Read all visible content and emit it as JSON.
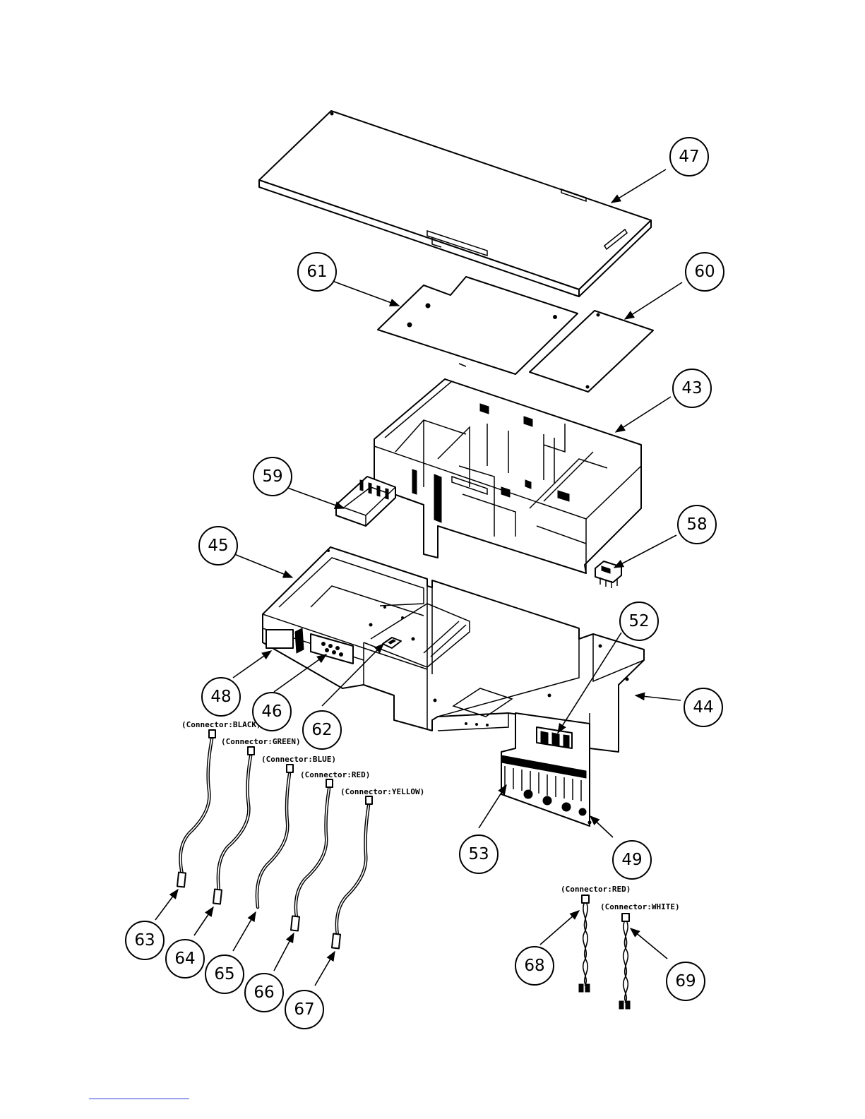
{
  "parts": {
    "p47": "47",
    "p61": "61",
    "p60": "60",
    "p43": "43",
    "p59": "59",
    "p58": "58",
    "p45": "45",
    "p52": "52",
    "p44": "44",
    "p48": "48",
    "p46": "46",
    "p62": "62",
    "p53": "53",
    "p49": "49",
    "p63": "63",
    "p64": "64",
    "p65": "65",
    "p66": "66",
    "p67": "67",
    "p68": "68",
    "p69": "69"
  },
  "connectors": {
    "c63": "(Connector:BLACK)",
    "c64": "(Connector:GREEN)",
    "c65": "(Connector:BLUE)",
    "c66": "(Connector:RED)",
    "c67": "(Connector:YELLOW)",
    "c68": "(Connector:RED)",
    "c69": "(Connector:WHITE)"
  },
  "colors": {
    "line": "#000000",
    "background": "#ffffff",
    "footer_rule": "#2b3fd6"
  }
}
